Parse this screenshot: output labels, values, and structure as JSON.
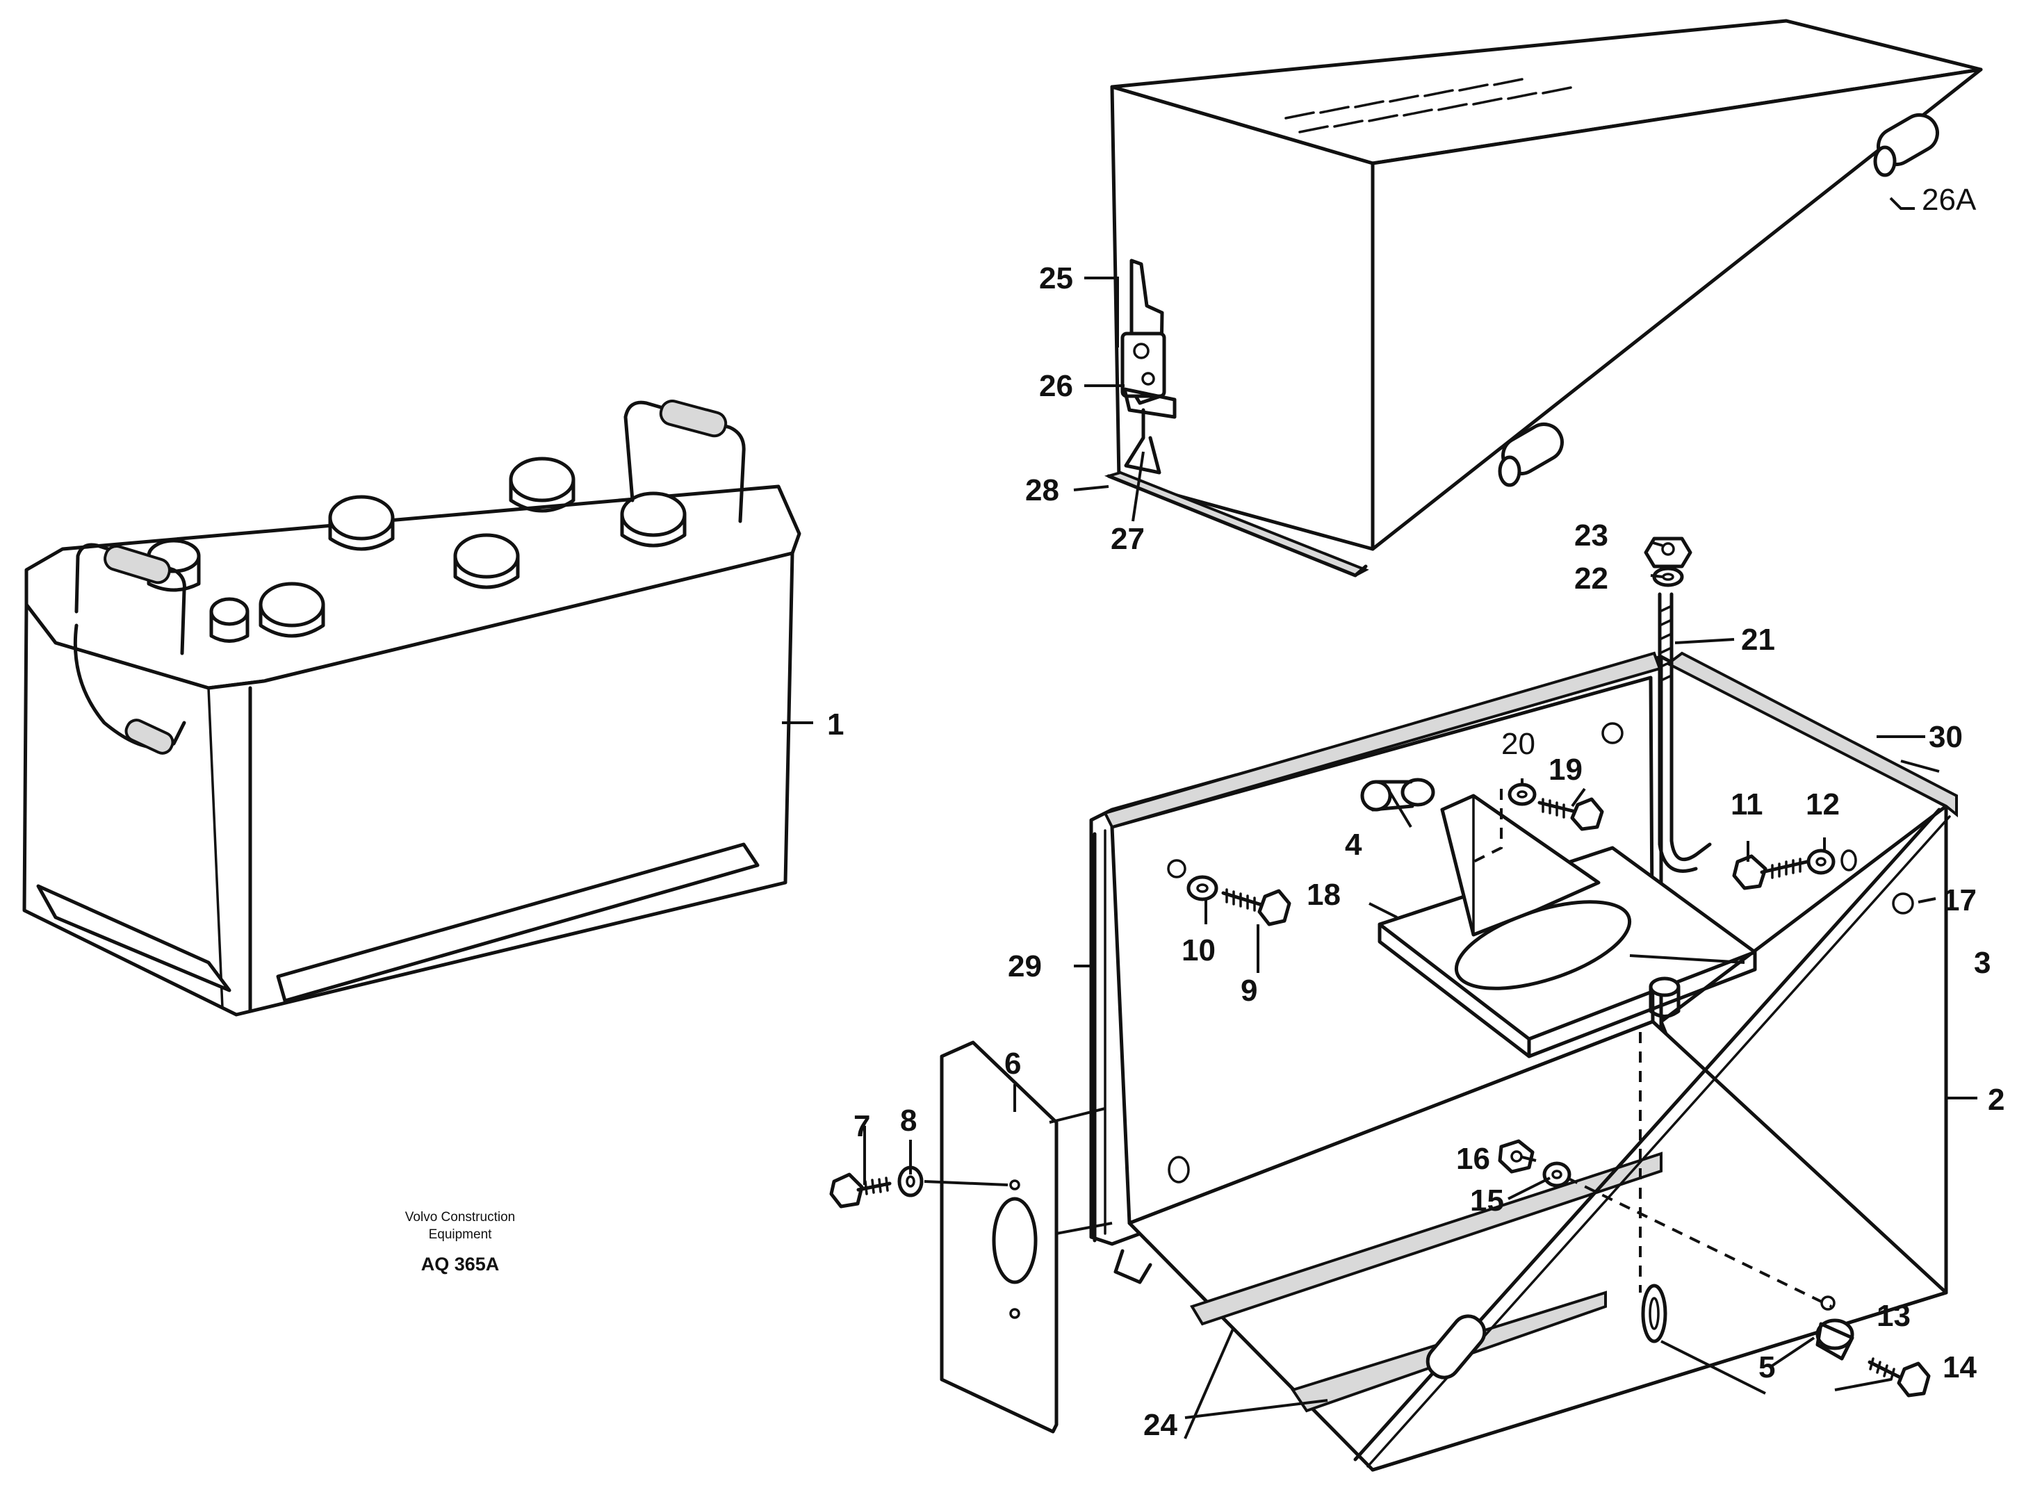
{
  "brand": {
    "line1": "Volvo Construction",
    "line2": "Equipment",
    "code": "AQ 365A"
  },
  "callouts": {
    "c1": "1",
    "c2": "2",
    "c3": "3",
    "c4": "4",
    "c5": "5",
    "c6": "6",
    "c7": "7",
    "c8": "8",
    "c9": "9",
    "c10": "10",
    "c11": "11",
    "c12": "12",
    "c13": "13",
    "c14": "14",
    "c15": "15",
    "c16": "16",
    "c17": "17",
    "c18": "18",
    "c19": "19",
    "c20": "20",
    "c21": "21",
    "c22": "22",
    "c23": "23",
    "c24": "24",
    "c25": "25",
    "c26": "26",
    "c26a": "26A",
    "c27": "27",
    "c28": "28",
    "c29": "29",
    "c30": "30"
  }
}
